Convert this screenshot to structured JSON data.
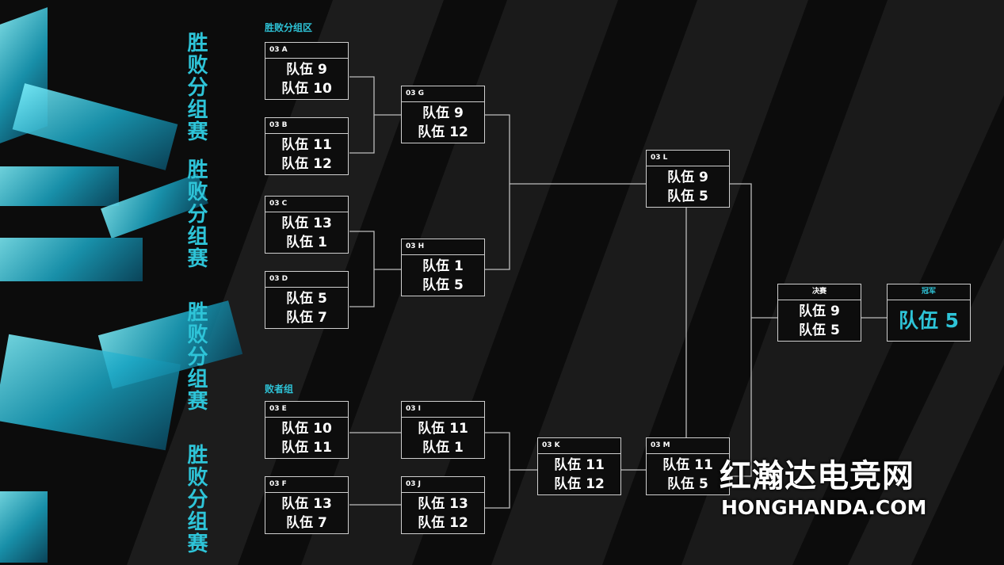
{
  "side_titles": [
    "胜败分组赛",
    "胜败分组赛",
    "胜败分组赛",
    "胜败分组赛"
  ],
  "sections": {
    "upper": "胜败分组区",
    "lower": "败者组"
  },
  "matches": {
    "A": {
      "label": "03 A",
      "team1": "队伍 9",
      "team2": "队伍 10"
    },
    "B": {
      "label": "03 B",
      "team1": "队伍 11",
      "team2": "队伍 12"
    },
    "C": {
      "label": "03 C",
      "team1": "队伍 13",
      "team2": "队伍 1"
    },
    "D": {
      "label": "03 D",
      "team1": "队伍 5",
      "team2": "队伍 7"
    },
    "G": {
      "label": "03 G",
      "team1": "队伍 9",
      "team2": "队伍 12"
    },
    "H": {
      "label": "03 H",
      "team1": "队伍 1",
      "team2": "队伍 5"
    },
    "L": {
      "label": "03 L",
      "team1": "队伍 9",
      "team2": "队伍 5"
    },
    "E": {
      "label": "03 E",
      "team1": "队伍 10",
      "team2": "队伍 11"
    },
    "F": {
      "label": "03 F",
      "team1": "队伍 13",
      "team2": "队伍 7"
    },
    "I": {
      "label": "03 I",
      "team1": "队伍 11",
      "team2": "队伍 1"
    },
    "J": {
      "label": "03 J",
      "team1": "队伍 13",
      "team2": "队伍 12"
    },
    "K": {
      "label": "03 K",
      "team1": "队伍 11",
      "team2": "队伍 12"
    },
    "M": {
      "label": "03 M",
      "team1": "队伍 11",
      "team2": "队伍 5"
    },
    "final": {
      "label": "决赛",
      "team1": "队伍 9",
      "team2": "队伍 5"
    },
    "champion": {
      "label": "冠军",
      "team": "队伍 5"
    }
  },
  "watermark": {
    "cn": "红瀚达电竞网",
    "en": "HONGHANDA.COM"
  },
  "colors": {
    "accent": "#2ec4d8",
    "background": "#0c0c0c",
    "border": "#cfcfcf"
  }
}
